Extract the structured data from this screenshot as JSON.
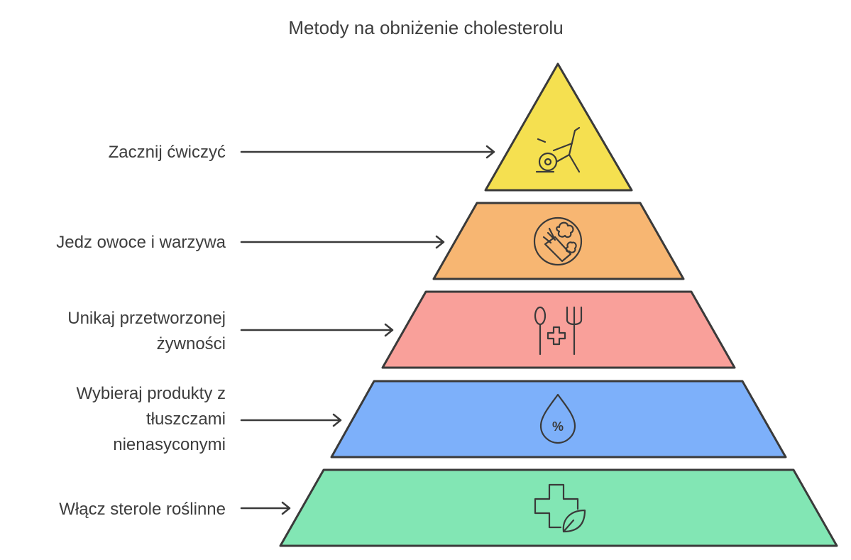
{
  "title": "Metody na obniżenie cholesterolu",
  "tiers": [
    {
      "label_lines": [
        "Zacznij  ćwiczyć"
      ],
      "icon": "exercise-bike-icon",
      "color": "#F5E050"
    },
    {
      "label_lines": [
        "Jedz owoce i warzywa"
      ],
      "icon": "fruits-vegetables-icon",
      "color": "#F7B672"
    },
    {
      "label_lines": [
        "Unikaj przetworzonej",
        "żywności"
      ],
      "icon": "healthy-utensils-icon",
      "color": "#F9A09A"
    },
    {
      "label_lines": [
        "Wybieraj produkty z",
        "tłuszczami",
        "nienasyconymi"
      ],
      "icon": "fat-percent-drop-icon",
      "color": "#7DB0FA"
    },
    {
      "label_lines": [
        "Włącz sterole roślinne"
      ],
      "icon": "health-leaf-icon",
      "color": "#82E6B4"
    }
  ],
  "percent_symbol": "%"
}
